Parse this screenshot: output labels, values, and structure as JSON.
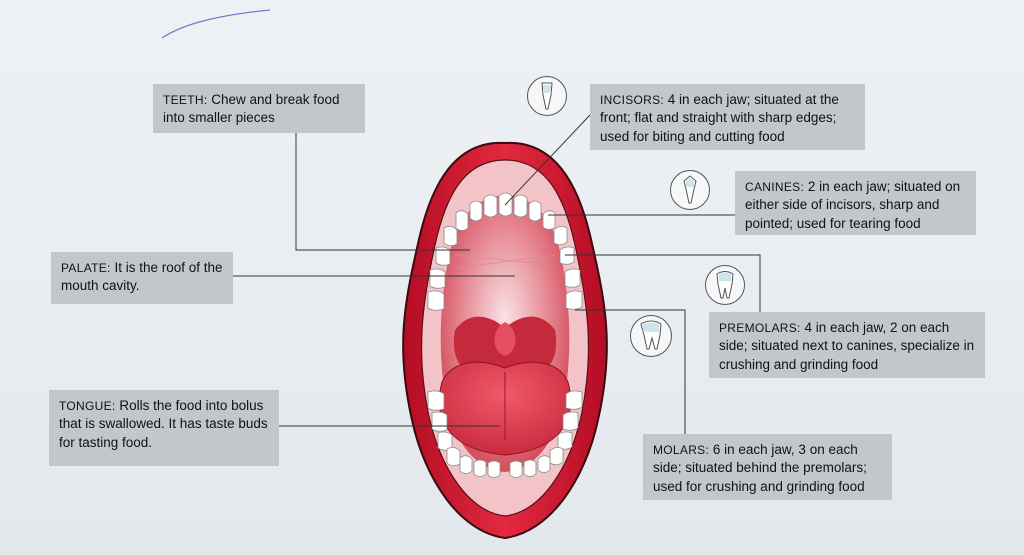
{
  "labels": {
    "teeth": {
      "head": "TEETH:",
      "text": " Chew and break food into smaller pieces"
    },
    "incisors": {
      "head": "INCISORS:",
      "text": " 4 in each jaw; situated at the front; flat and straight with sharp edges; used for biting and cutting food"
    },
    "canines": {
      "head": "CANINES:",
      "text": " 2 in each jaw; situated on either side of incisors, sharp and pointed; used for tearing food"
    },
    "palate": {
      "head": "PALATE:",
      "text": " It is the roof of the mouth cavity."
    },
    "premolars": {
      "head": "PREMOLARS:",
      "text": " 4 in each jaw, 2 on each side; situated next to canines, specialize in crushing and grinding food"
    },
    "tongue": {
      "head": "TONGUE:",
      "text": "  Rolls the food into bolus that is swallowed. It has taste buds for tasting food."
    },
    "molars": {
      "head": "MOLARS:",
      "text": " 6 in each jaw, 3 on each side; situated behind the premolars; used for crushing and grinding food"
    }
  },
  "icons": [
    "incisor-tooth-icon",
    "canine-tooth-icon",
    "premolar-tooth-icon",
    "molar-tooth-icon"
  ],
  "colors": {
    "lip": "#c8102e",
    "mouth_inner": "#e23b4a",
    "tongue": "#d93a4c",
    "label_bg": "#c4c7ca",
    "leader_line": "#333333"
  }
}
